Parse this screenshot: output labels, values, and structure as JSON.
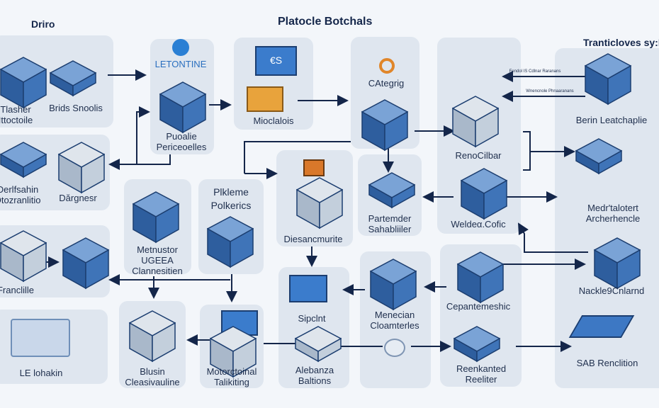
{
  "header": {
    "title": "Platocle Botchals",
    "corner_label": "Driro",
    "right_heading": "Tranticloves sy:Picks"
  },
  "nodes": {
    "tlasher": "Tlasher Ittoctoile",
    "brids": "Brids Snoolis",
    "derlfsahin": "Derlfsahin Dtozranlitio",
    "dargnesr": "Dărgnesr",
    "letontine_heading": "LETONTINE",
    "puoalie": "Puoalie Periceoelles",
    "mioclalois": "Mioclalois",
    "monitor_text": "€S",
    "categrig": "CAtegrig",
    "renocilbar": "RenoCilbar",
    "arrow_note_1": "Fendol IS Cdlnar Raranans",
    "arrow_note_2": "Wnencnole Phnaaranans",
    "berin": "Berin Leatchaplie",
    "plankeme": "Plkleme Polkerics",
    "metnustor": "Metnustor UGEEA Clannesitien",
    "diesancmurite": "Diesancmurite",
    "partemder": "Partemder Sahabliiler",
    "weldea": "Weldeα.Cofic",
    "medr": "Medr'talotert Archerhencle",
    "franclille": "Franclille",
    "nackle": "Nackle9Cnlarnd",
    "lelohakin": "LE lohakin",
    "blusin": "Blusin Cleasivauline",
    "motorctoinal": "Motorctoinal Talikiting",
    "sipclnt": "Sipclnt",
    "alebanza": "Alebanza Baltions",
    "menecian": "Menecian Cloamterles",
    "cepantemeshic": "Cepantemeshic",
    "reenkanted": "Reenkanted Reeliter",
    "sab": "SAB Renclition"
  },
  "colors": {
    "accent": "#2a5fa8",
    "dark_blue": "#14264a",
    "panel": "#dfe6ef",
    "orange": "#e0862a",
    "background": "#f3f6fa"
  },
  "icons": [
    "server-cube-icon",
    "chip-icon",
    "laptop-icon",
    "monitor-icon",
    "gear-ring-icon",
    "robot-head-icon",
    "building-icon",
    "document-stack-icon"
  ]
}
